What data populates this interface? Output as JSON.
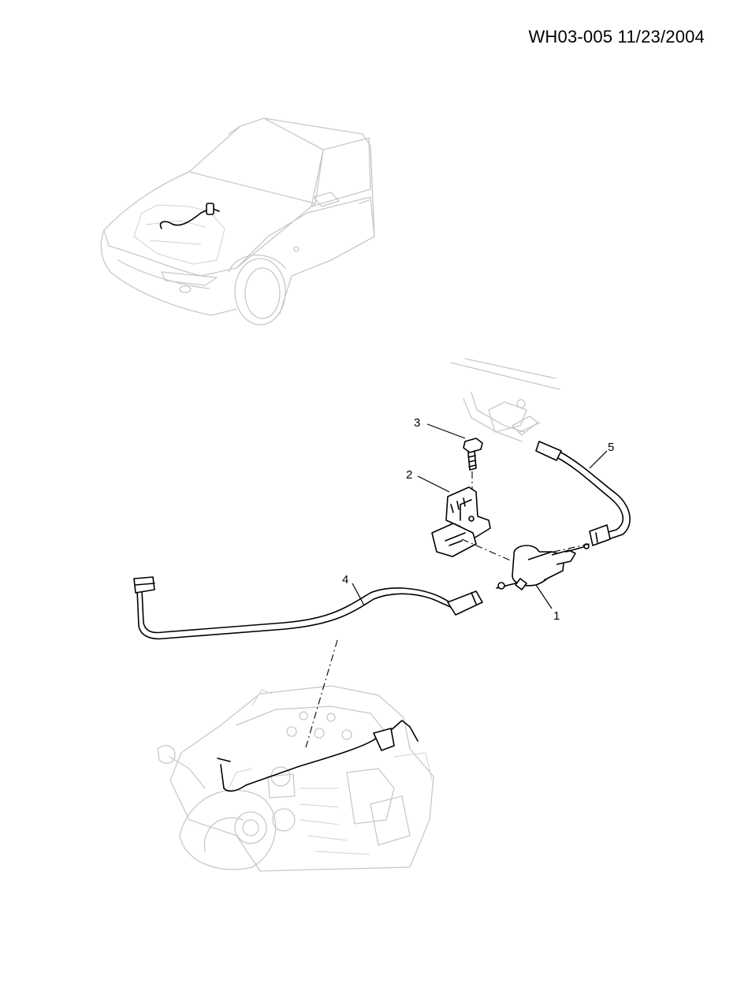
{
  "header": {
    "document_id": "WH03-005 11/23/2004"
  },
  "callouts": [
    {
      "id": "1",
      "label": "1"
    },
    {
      "id": "2",
      "label": "2"
    },
    {
      "id": "3",
      "label": "3"
    },
    {
      "id": "4",
      "label": "4"
    },
    {
      "id": "5",
      "label": "5"
    }
  ],
  "colors": {
    "ink": "#000000",
    "ghost": "#c8c8c8",
    "background": "#ffffff"
  }
}
